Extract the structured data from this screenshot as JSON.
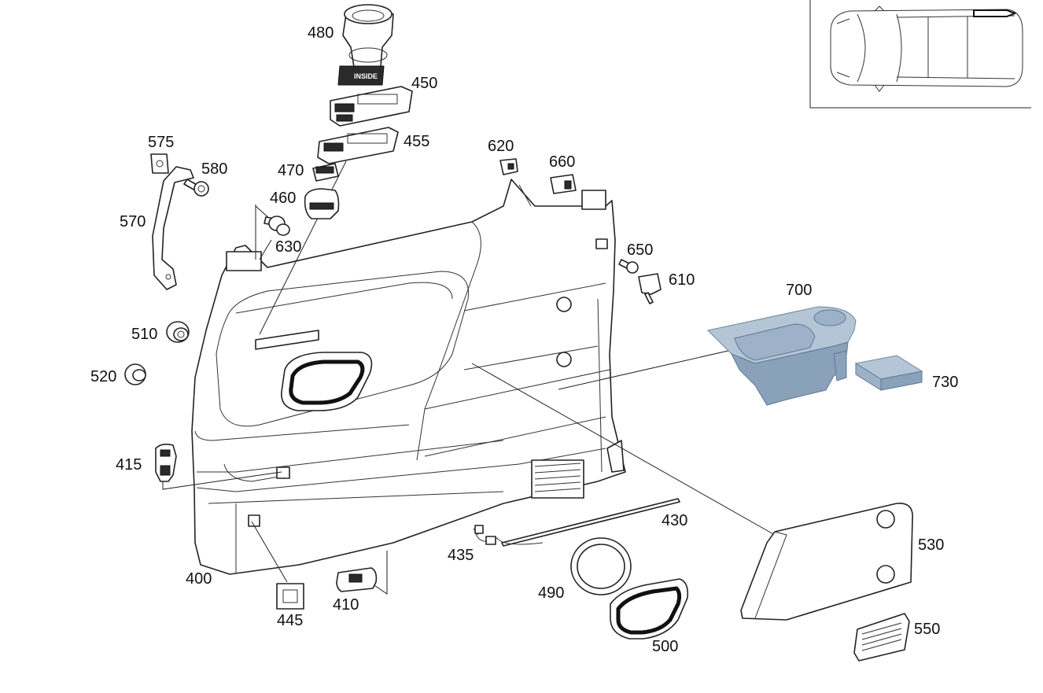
{
  "labels": [
    {
      "id": "480",
      "text": "480"
    },
    {
      "id": "450",
      "text": "450"
    },
    {
      "id": "455",
      "text": "455"
    },
    {
      "id": "470",
      "text": "470"
    },
    {
      "id": "460",
      "text": "460"
    },
    {
      "id": "575",
      "text": "575"
    },
    {
      "id": "580",
      "text": "580"
    },
    {
      "id": "570",
      "text": "570"
    },
    {
      "id": "630",
      "text": "630"
    },
    {
      "id": "620",
      "text": "620"
    },
    {
      "id": "660",
      "text": "660"
    },
    {
      "id": "650",
      "text": "650"
    },
    {
      "id": "610",
      "text": "610"
    },
    {
      "id": "700",
      "text": "700"
    },
    {
      "id": "730",
      "text": "730"
    },
    {
      "id": "510",
      "text": "510"
    },
    {
      "id": "520",
      "text": "520"
    },
    {
      "id": "415",
      "text": "415"
    },
    {
      "id": "400",
      "text": "400"
    },
    {
      "id": "445",
      "text": "445"
    },
    {
      "id": "410",
      "text": "410"
    },
    {
      "id": "435",
      "text": "435"
    },
    {
      "id": "430",
      "text": "430"
    },
    {
      "id": "490",
      "text": "490"
    },
    {
      "id": "500",
      "text": "500"
    },
    {
      "id": "530",
      "text": "530"
    },
    {
      "id": "550",
      "text": "550"
    }
  ],
  "part_480_marking": "INSIDE",
  "colors": {
    "highlight": "#9db2c8",
    "line": "#222222"
  }
}
